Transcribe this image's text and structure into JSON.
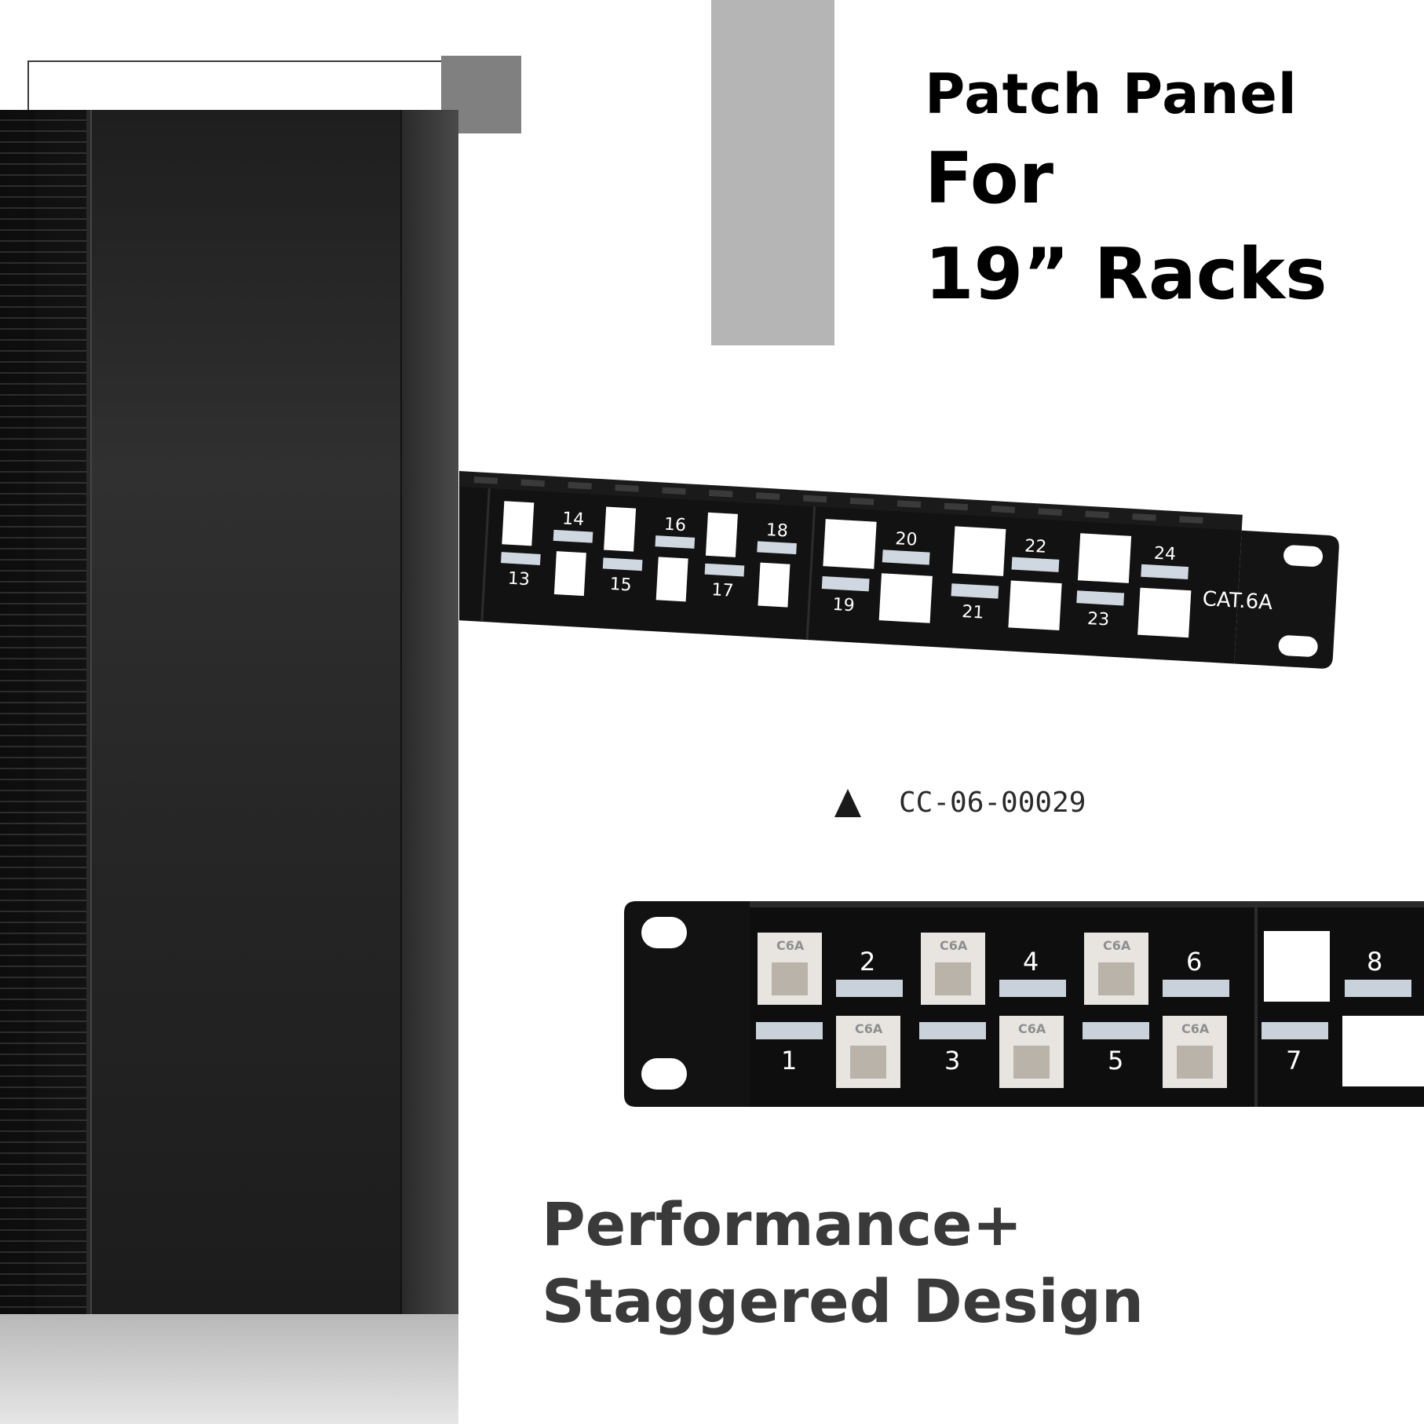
{
  "headline": {
    "line1": "Patch Panel",
    "line2": "For",
    "line3": "19” Racks"
  },
  "subhead": {
    "line1": "Performance+",
    "line2": "Staggered Design"
  },
  "model_code": "CC-06-00029",
  "top_panel": {
    "category_label": "CAT.6A",
    "ports": [
      "13",
      "14",
      "15",
      "16",
      "17",
      "18",
      "19",
      "20",
      "21",
      "22",
      "23",
      "24"
    ]
  },
  "bottom_panel": {
    "jack_label": "C6A",
    "ports": [
      "1",
      "2",
      "3",
      "4",
      "5",
      "6",
      "7",
      "8"
    ]
  },
  "icons": {
    "caption_marker": "triangle-up-icon"
  }
}
